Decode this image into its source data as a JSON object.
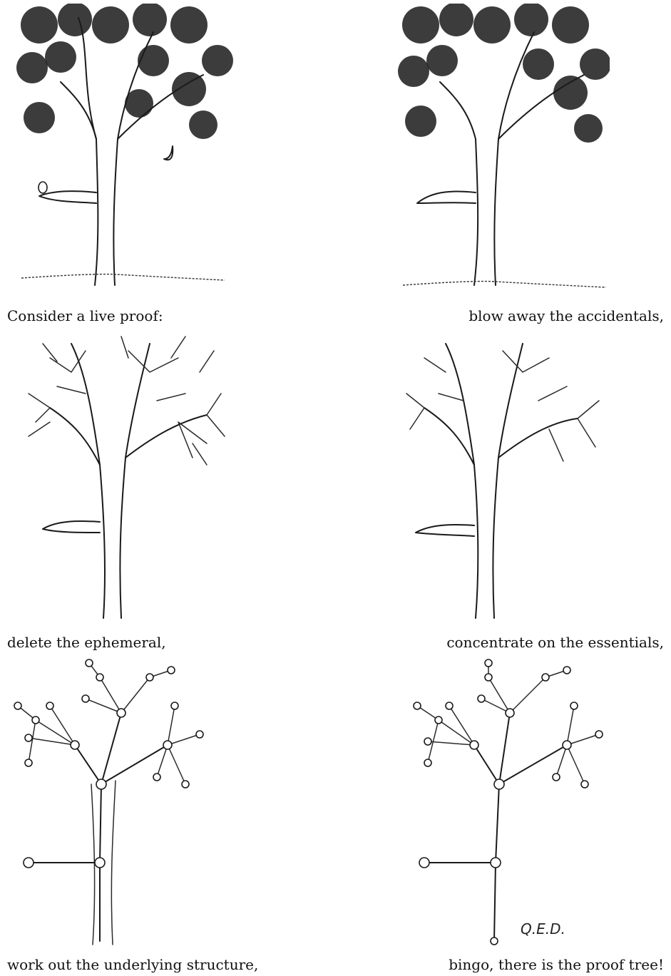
{
  "captions": {
    "p1": "Consider a live proof:",
    "p2": "blow away the accidentals,",
    "p3": "delete the ephemeral,",
    "p4": "concentrate on the essentials,",
    "p5": "work out the underlying structure,",
    "p6": "bingo, there is the proof tree!"
  },
  "annotation": {
    "qed": "Q.E.D."
  },
  "colors": {
    "ink": "#1a1a1a",
    "background": "#ffffff"
  }
}
